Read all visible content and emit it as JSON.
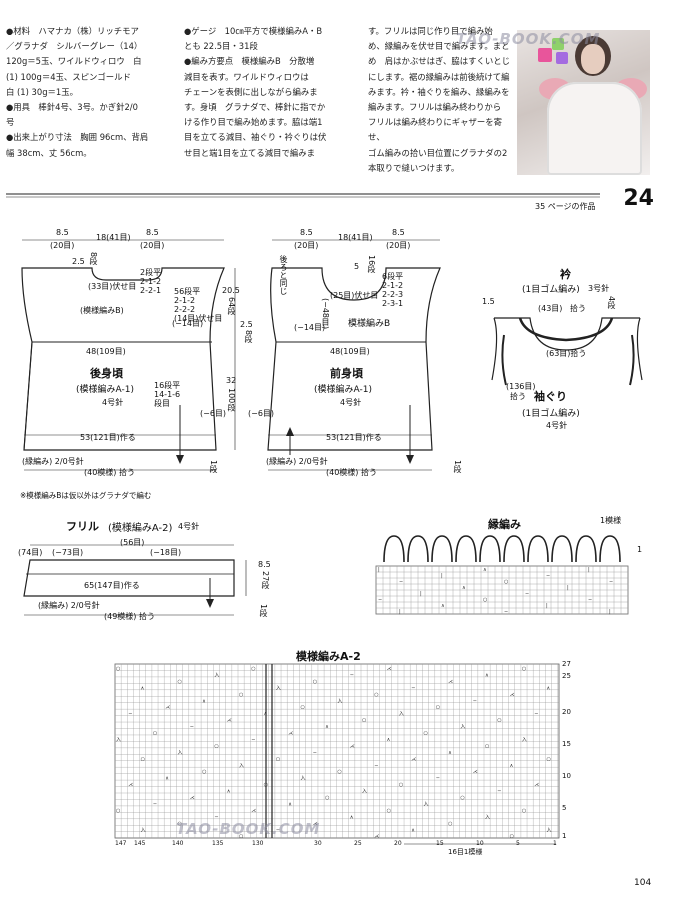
{
  "text_columns": {
    "col1": "●材料　ハマナカ（株）リッチモア\n／グラナダ　シルバーグレー（14）\n120g＝5玉、ワイルドウィロウ　白\n(1) 100g＝4玉、スピンゴールド\n白 (1) 30g＝1玉。\n●用具　棒針4号、3号。かぎ針2/0\n号\n●出来上がり寸法　胸囲 96cm、背肩\n幅 38cm、丈 56cm。",
    "col2": "●ゲージ　10㎝平方で模様編みA・B\nとも 22.5目・31段\n●編み方要点　模様編みB　分散増\n減目を表す。ワイルドウィロウは\nチェーンを表側に出しながら編みま\nす。身頃　グラナダで、棒針に指でか\nける作り目で編み始めます。脇は端1\n目を立てる減目、袖ぐり・衿ぐりは伏\nせ目と端1目を立てる減目で編みま",
    "col3": "す。フリルは同じ作り目で編み始\nめ、縁編みを伏せ目で編みます。まと\nめ　肩はかぶせはぎ、脇はすくいとじ\nにします。裾の縁編みは前後続けて編\nみます。衿・袖ぐりを編み、縁編みを\n編みます。フリルは編み終わりから\nフリルは編み終わりにギャザーを寄せ、\nゴム編みの拾い目位置にグラナダの2\n本取りで縫いつけます。"
  },
  "page": {
    "number": "24",
    "ref": "35 ページの作品",
    "footer_page": "104"
  },
  "back": {
    "top_left": "8.5",
    "top_left_sts": "(20目)",
    "top_mid": "18(41目)",
    "top_right": "8.5",
    "top_right_sts": "(20目)",
    "neck_h": "2.5",
    "neck_rows": "8段",
    "neck_bind": "(33目)伏せ目",
    "neck_dec": "2段平\n2-1-2\n2-2-1",
    "arm_dec": "56段平\n2-1-2\n2-2-2\n(14目)伏せ目",
    "pattern_b": "(模様編みB)",
    "minus14": "(−14目)",
    "width48": "48(109目)",
    "name": "後身頃",
    "pattern_a1": "(模様編みA-1)",
    "needle": "4号針",
    "side_dec": "16段平\n14-1-6\n段目",
    "minus6": "(−6目)",
    "cast_on": "53(121目)作る",
    "border": "(縁編み) 2/0号針",
    "pickup": "(40模様) 拾う",
    "h205": "20.5",
    "h205_rows": "64段",
    "h25": "2.5",
    "h25_rows": "8段",
    "h32": "32",
    "h32_rows": "100段",
    "one_row": "1段"
  },
  "front": {
    "top_left": "8.5",
    "top_left_sts": "(20目)",
    "top_mid": "18(41目)",
    "top_right": "8.5",
    "top_right_sts": "(20目)",
    "neck_h": "5",
    "neck_rows": "16段",
    "neck_bind": "(25目)伏せ目",
    "neck_dec": "6段平\n2-1-2\n2-2-3\n2-3-1",
    "same": "後ろと同じ",
    "minus48": "(−48目)",
    "pattern_b": "模様編みB",
    "minus14": "(−14目)",
    "width48": "48(109目)",
    "name": "前身頃",
    "pattern_a1": "(模様編みA-1)",
    "needle": "4号針",
    "minus6": "(−6目)",
    "cast_on": "53(121目)作る",
    "border": "(縁編み) 2/0号針",
    "pickup": "(40模様) 拾う",
    "one_row": "1段"
  },
  "collar": {
    "title": "衿",
    "rib": "(1目ゴム編み)",
    "needle_3": "3号針",
    "h15": "1.5",
    "rows4": "4段",
    "sts43": "(43目)",
    "pickup43": "拾う",
    "sts63": "(63目)拾う",
    "sts136": "(136目)",
    "pickup136": "拾う",
    "armhole": "袖ぐり",
    "armhole_rib": "(1目ゴム編み)",
    "needle_4": "4号針"
  },
  "notes": {
    "pattern_b_note": "※模様編みBは仮以外はグラナダで編む"
  },
  "frill": {
    "title": "フリル",
    "pattern": "(模様編みA-2)",
    "needle": "4号針",
    "w56": "(56目)",
    "dec18": "(−18目)",
    "left_sts": "(74目)",
    "dec73": "(−73目)",
    "cast_on": "65(147目)作る",
    "h85": "8.5",
    "rows27": "27段",
    "one_row": "1段",
    "border": "(縁編み) 2/0号針",
    "pickup": "(49模様) 拾う"
  },
  "edge": {
    "title": "縁編み",
    "repeat": "1模様",
    "row_arrow": "1"
  },
  "chart_a2": {
    "title": "模様編みA-2",
    "row_labels": [
      "27",
      "25",
      "20",
      "15",
      "10",
      "5",
      "1"
    ],
    "col_labels_left": [
      "147",
      "145",
      "140",
      "135",
      "130"
    ],
    "col_labels_right": [
      "30",
      "25",
      "20",
      "15",
      "10",
      "5",
      "1"
    ],
    "repeat": "16目1模様"
  },
  "watermarks": {
    "top": "TAO-BOOK.COM",
    "bottom": "TAO-BOOK.COM"
  },
  "colors": {
    "line": "#222222",
    "grid": "#9a9a9a",
    "logo_pink": "#e8559b",
    "logo_green": "#8fd16a",
    "logo_purple": "#a46be0"
  }
}
